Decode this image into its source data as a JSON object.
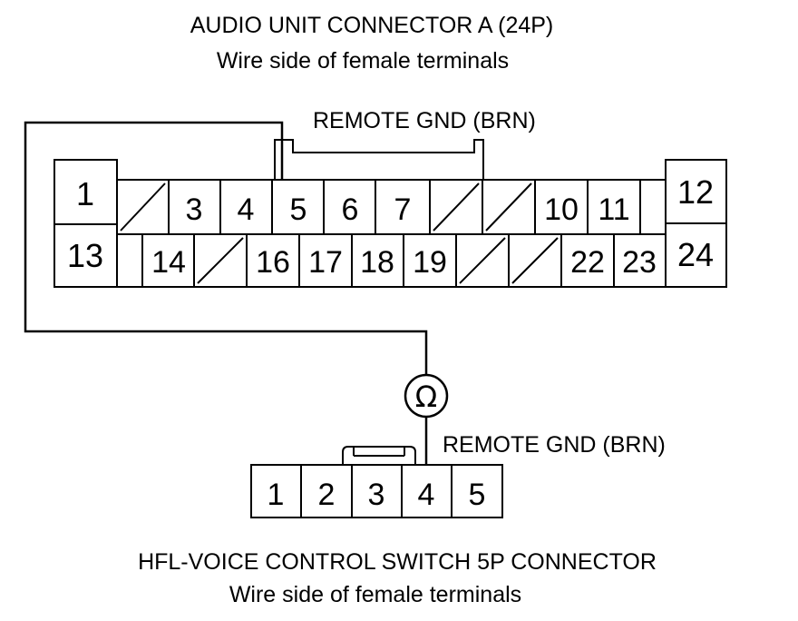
{
  "connector_a": {
    "title": "AUDIO UNIT CONNECTOR A (24P)",
    "subtitle": "Wire side of female terminals",
    "wire_label": "REMOTE GND (BRN)",
    "pins": {
      "p1": "1",
      "p3": "3",
      "p4": "4",
      "p5": "5",
      "p6": "6",
      "p7": "7",
      "p10": "10",
      "p11": "11",
      "p12": "12",
      "p13": "13",
      "p14": "14",
      "p16": "16",
      "p17": "17",
      "p18": "18",
      "p19": "19",
      "p22": "22",
      "p23": "23",
      "p24": "24"
    }
  },
  "meter": {
    "symbol": "Ω",
    "icon": "ohmmeter-icon"
  },
  "connector_b": {
    "title": "HFL-VOICE CONTROL SWITCH 5P CONNECTOR",
    "subtitle": "Wire side of female terminals",
    "wire_label": "REMOTE GND (BRN)",
    "pins": {
      "p1": "1",
      "p2": "2",
      "p3": "3",
      "p4": "4",
      "p5": "5"
    }
  }
}
